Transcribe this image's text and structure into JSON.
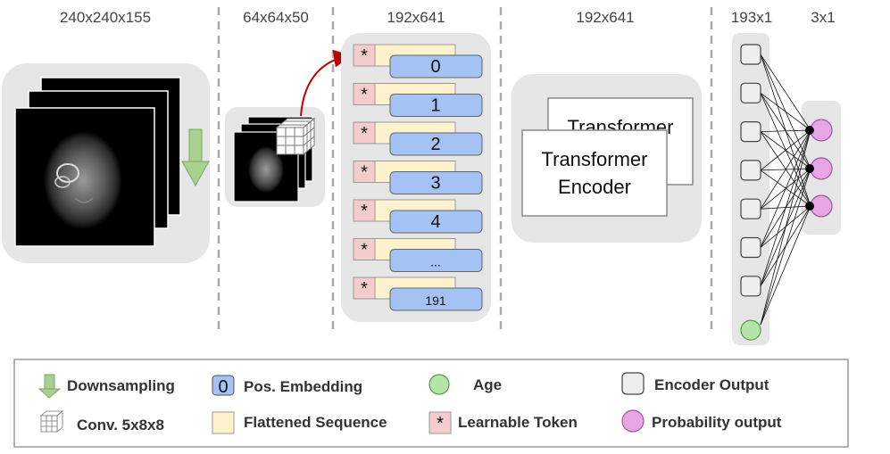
{
  "headers": {
    "input": "240x240x155",
    "downsampled": "64x64x50",
    "sequence": "192x641",
    "transformer": "192x641",
    "encoder_out": "193x1",
    "prob_out": "3x1"
  },
  "tokens": [
    "0",
    "1",
    "2",
    "3",
    "4",
    "...",
    "191"
  ],
  "token_star": "*",
  "transformer": {
    "back_label": "Transformer",
    "front_label_line1": "Transformer",
    "front_label_line2": "Encoder"
  },
  "legend": {
    "downsampling": "Downsampling",
    "pos_embedding_icon": "0",
    "pos_embedding": "Pos. Embedding",
    "age": "Age",
    "encoder_output": "Encoder Output",
    "conv": "Conv. 5x8x8",
    "flattened": "Flattened Sequence",
    "learnable_icon": "*",
    "learnable": "Learnable Token",
    "probability": "Probability output"
  },
  "colors": {
    "panel_gray": "#e6e6e6",
    "token_blue": "#a4c2f4",
    "token_yellow": "#fff2cc",
    "token_pink": "#f4cccc",
    "age_green": "#b6e3a8",
    "prob_pink": "#e6a6e6",
    "arrow_red": "#c00000",
    "down_arrow_green": "#a9d18e"
  },
  "icons": {
    "downsampling": "down-arrow-icon",
    "conv": "grid-cube-icon"
  }
}
